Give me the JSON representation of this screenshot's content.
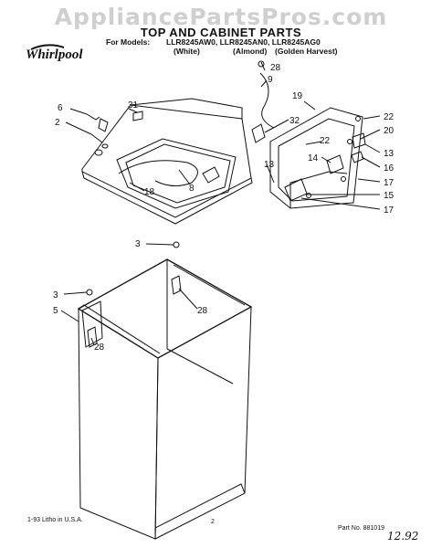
{
  "watermark": "AppliancePartsPros.com",
  "title": "TOP AND CABINET PARTS",
  "models_label": "For Models:",
  "models": [
    "LLR8245AW0,",
    "LLR8245AN0,",
    "LLR8245AG0"
  ],
  "colors": [
    "(White)",
    "(Almond)",
    "(Golden Harvest)"
  ],
  "brand": "Whirlpool",
  "callouts": [
    "28",
    "9",
    "19",
    "6",
    "31",
    "32",
    "22",
    "20",
    "2",
    "22",
    "13",
    "13",
    "14",
    "16",
    "17",
    "15",
    "17",
    "18",
    "8",
    "3",
    "28",
    "3",
    "5",
    "28"
  ],
  "footer": {
    "litho": "1-93 Litho in U.S.A.",
    "page": "2",
    "part_no": "Part No. 881019",
    "handwritten": "12.92"
  }
}
